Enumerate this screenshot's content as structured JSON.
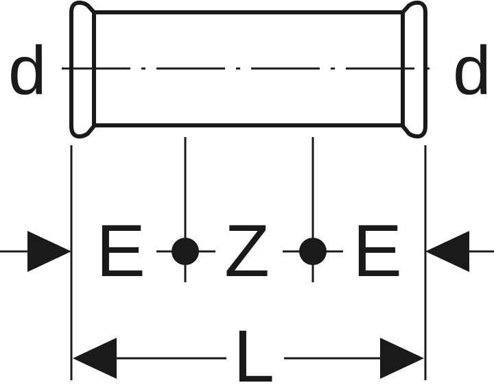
{
  "labels": {
    "diameter_left": "d",
    "diameter_right": "d",
    "insertion_left": "E",
    "insertion_right": "E",
    "center_gap": "Z",
    "overall_length": "L"
  },
  "colors": {
    "ink": "#1a1a1a",
    "background": "#ffffff"
  }
}
